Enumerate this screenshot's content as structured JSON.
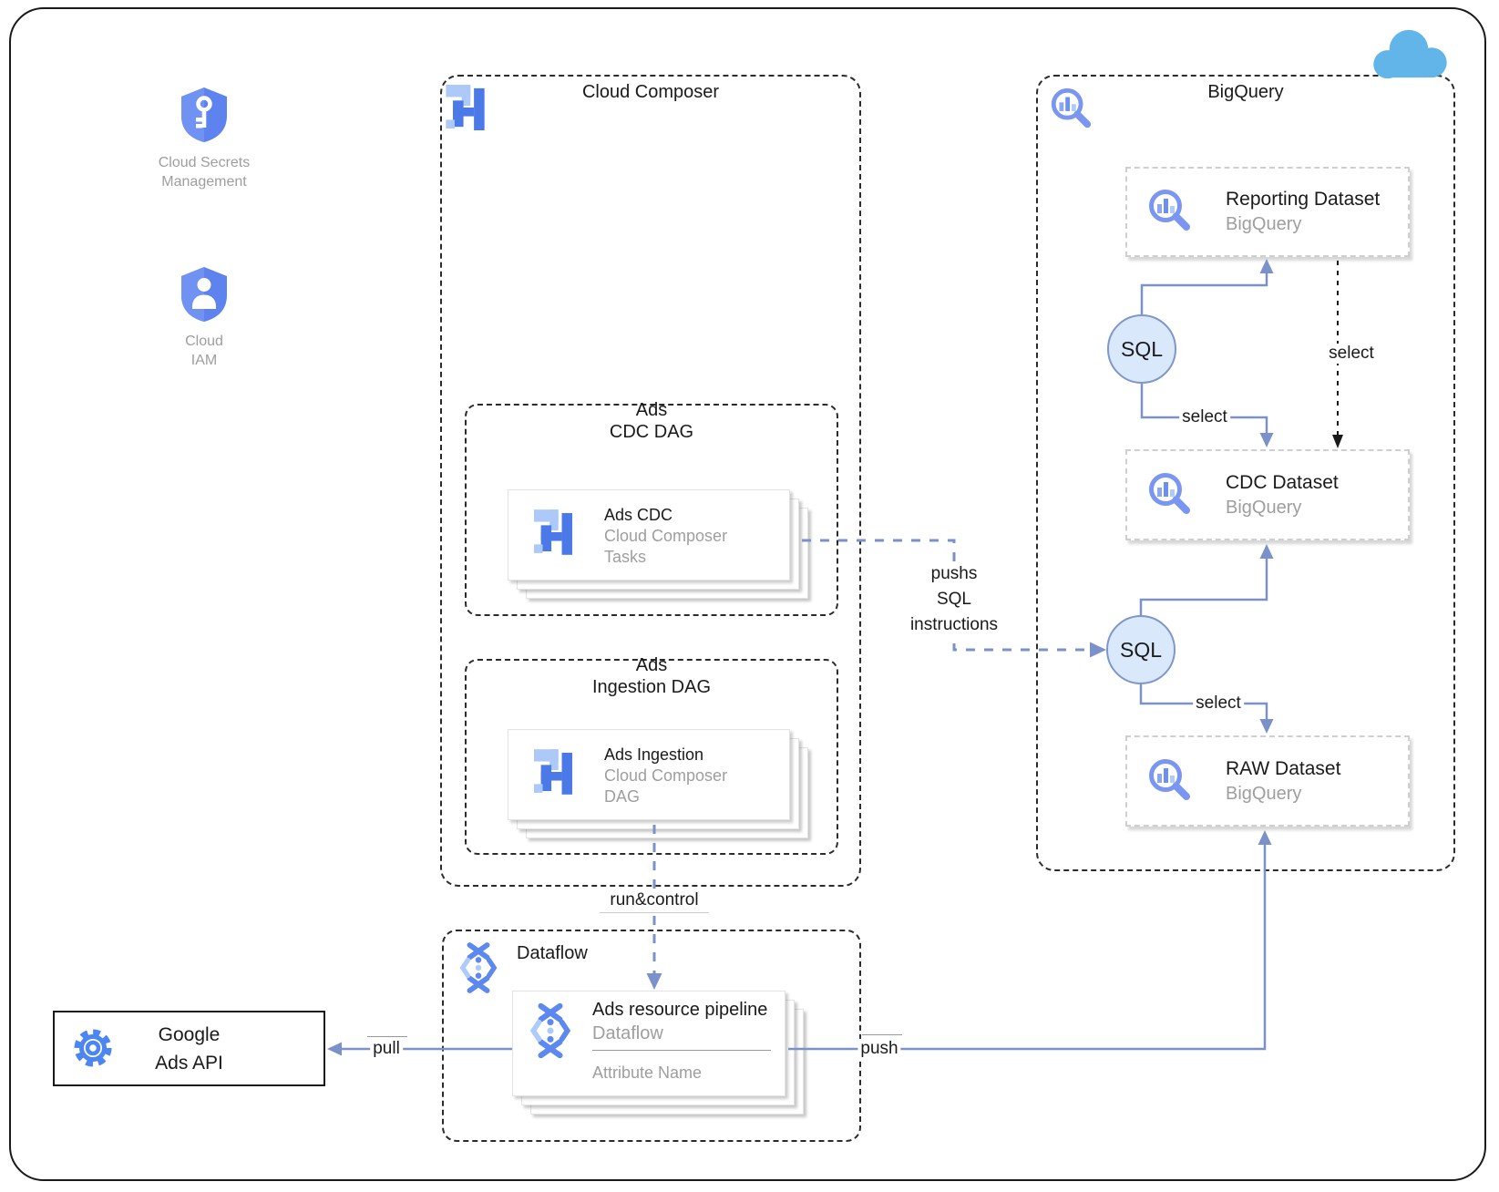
{
  "left_column": {
    "secrets": {
      "label_line1": "Cloud Secrets",
      "label_line2": "Management"
    },
    "iam": {
      "label_line1": "Cloud",
      "label_line2": "IAM"
    }
  },
  "composer": {
    "title": "Cloud Composer",
    "cdc_box": {
      "title_line1": "Ads",
      "title_line2": "CDC DAG",
      "card": {
        "title": "Ads CDC",
        "sub1": "Cloud Composer",
        "sub2": "Tasks"
      }
    },
    "ingestion_box": {
      "title_line1": "Ads",
      "title_line2": "Ingestion DAG",
      "card": {
        "title": "Ads Ingestion",
        "sub1": "Cloud Composer",
        "sub2": "DAG"
      }
    }
  },
  "bigquery": {
    "title": "BigQuery",
    "reporting": {
      "title": "Reporting Dataset",
      "sub": "BigQuery"
    },
    "cdc": {
      "title": "CDC Dataset",
      "sub": "BigQuery"
    },
    "raw": {
      "title": "RAW Dataset",
      "sub": "BigQuery"
    }
  },
  "sql_nodes": {
    "sql1": "SQL",
    "sql2": "SQL"
  },
  "dataflow": {
    "title": "Dataflow",
    "card": {
      "title": "Ads resource pipeline",
      "sub": "Dataflow",
      "field": "Attribute Name"
    }
  },
  "ads_api": {
    "line1": "Google",
    "line2": "Ads API"
  },
  "edge_labels": {
    "pushs_line1": "pushs",
    "pushs_line2": "SQL",
    "pushs_line3": "instructions",
    "run_control": "run&control",
    "select_reporting_cdc": "select",
    "select_dashed": "select",
    "select_raw": "select",
    "push": "push",
    "pull": "pull"
  },
  "colors": {
    "icon_dark_blue": "#4b79e8",
    "icon_light_blue": "#adc9f8",
    "bigquery_icon_blue": "#7b96f2",
    "shield_blue": "#5e82ee",
    "edge_blue": "#7b91c9",
    "sql_fill": "#dae8fc",
    "sql_stroke": "#7d97c9",
    "cloud_blue": "#62b5e9",
    "gray_text": "#9e9e9e"
  }
}
